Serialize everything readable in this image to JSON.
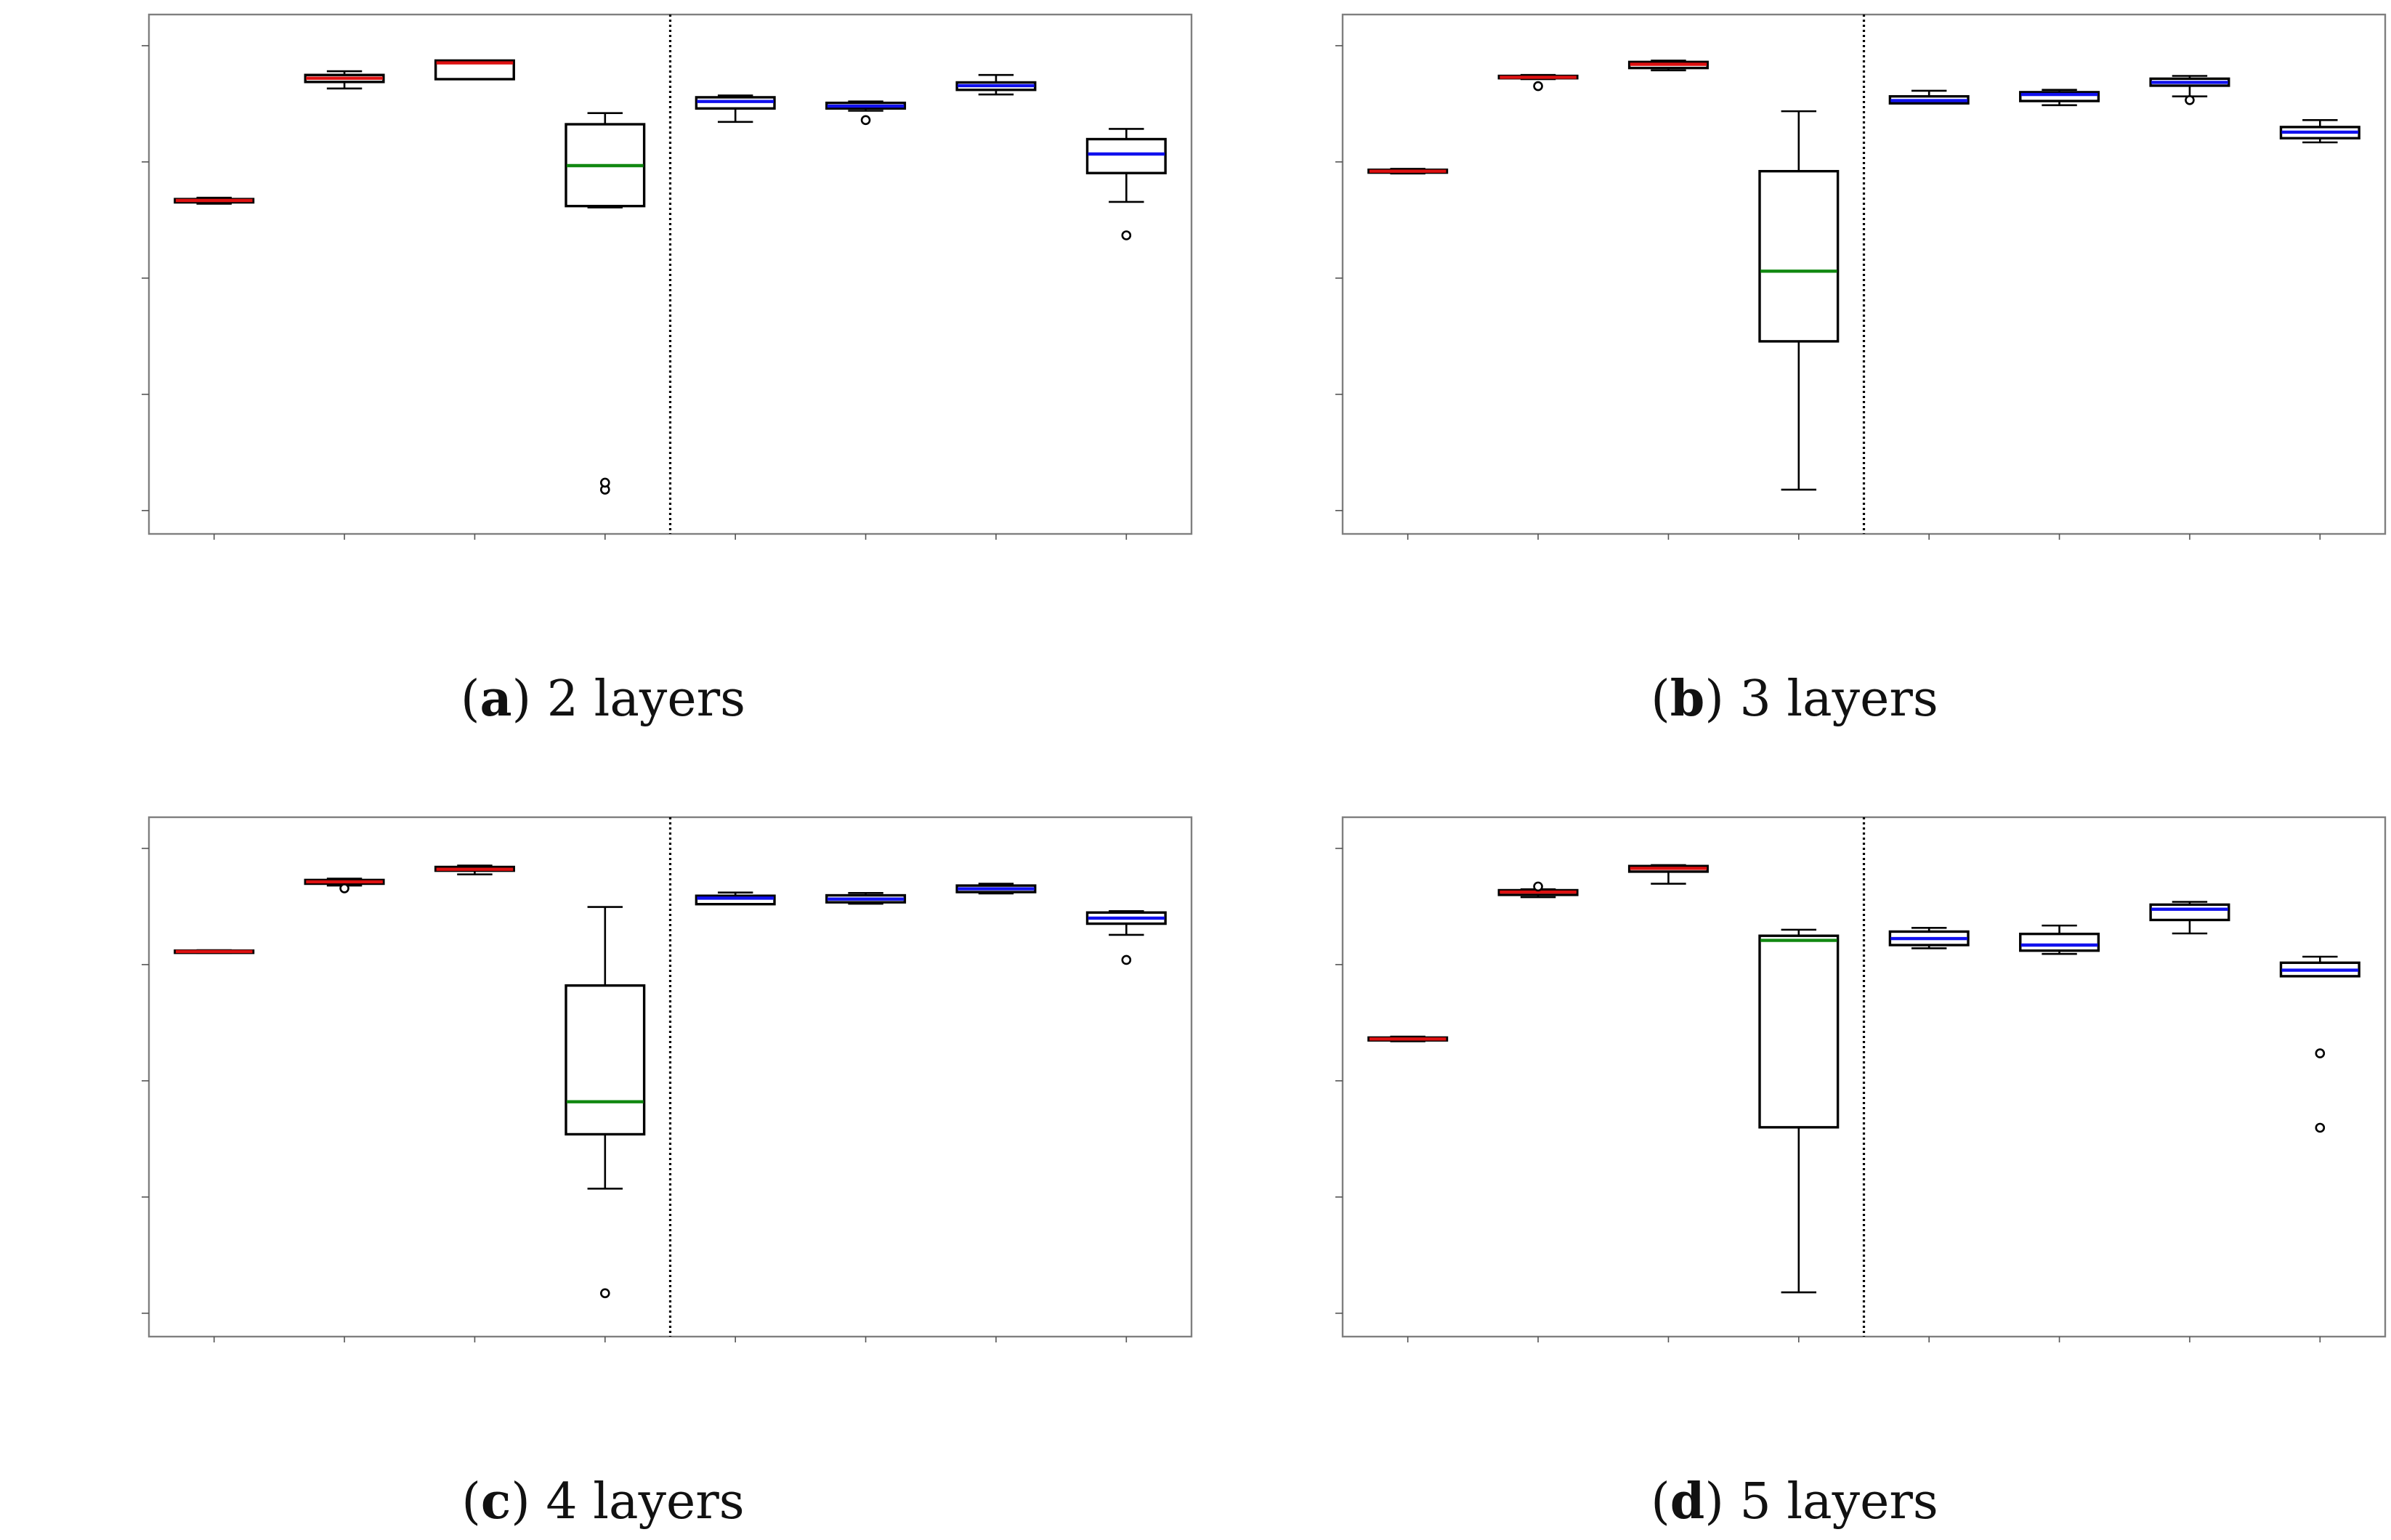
{
  "colors": {
    "red_group": "#dd1111",
    "blue_group": "#1111ee",
    "mixed_median": "#118811",
    "red_fill": "#ffffff",
    "blue_fill": "#ffffff",
    "frame": "#7f7f7f"
  },
  "chart_data": [
    {
      "type": "box",
      "caption_label": "a",
      "caption_text": "2 layers",
      "ylim": [
        0,
        1
      ],
      "separator_after_box": 4,
      "boxes": [
        {
          "color": "red",
          "q1": 0.663,
          "median": 0.667,
          "q3": 0.67,
          "whislo": 0.66,
          "whishi": 0.673,
          "fliers": []
        },
        {
          "color": "red",
          "q1": 0.922,
          "median": 0.93,
          "q3": 0.937,
          "whislo": 0.908,
          "whishi": 0.945,
          "fliers": []
        },
        {
          "color": "red",
          "q1": 0.928,
          "median": 0.963,
          "q3": 0.968,
          "whislo": 0.928,
          "whishi": 0.968,
          "fliers": []
        },
        {
          "color": "mixed",
          "q1": 0.655,
          "median": 0.742,
          "q3": 0.831,
          "whislo": 0.652,
          "whishi": 0.855,
          "fliers": [
            0.045,
            0.06
          ]
        },
        {
          "color": "blue",
          "q1": 0.865,
          "median": 0.88,
          "q3": 0.889,
          "whislo": 0.836,
          "whishi": 0.893,
          "fliers": []
        },
        {
          "color": "blue",
          "q1": 0.865,
          "median": 0.87,
          "q3": 0.877,
          "whislo": 0.86,
          "whishi": 0.88,
          "fliers": [
            0.84
          ]
        },
        {
          "color": "blue",
          "q1": 0.905,
          "median": 0.914,
          "q3": 0.921,
          "whislo": 0.895,
          "whishi": 0.937,
          "fliers": []
        },
        {
          "color": "blue",
          "q1": 0.726,
          "median": 0.767,
          "q3": 0.799,
          "whislo": 0.664,
          "whishi": 0.821,
          "fliers": [
            0.592
          ]
        }
      ]
    },
    {
      "type": "box",
      "caption_label": "b",
      "caption_text": "3 layers",
      "ylim": [
        0,
        1
      ],
      "separator_after_box": 4,
      "boxes": [
        {
          "color": "red",
          "q1": 0.727,
          "median": 0.73,
          "q3": 0.733,
          "whislo": 0.725,
          "whishi": 0.735,
          "fliers": []
        },
        {
          "color": "red",
          "q1": 0.93,
          "median": 0.932,
          "q3": 0.935,
          "whislo": 0.928,
          "whishi": 0.937,
          "fliers": [
            0.913
          ]
        },
        {
          "color": "red",
          "q1": 0.952,
          "median": 0.96,
          "q3": 0.965,
          "whislo": 0.947,
          "whishi": 0.968,
          "fliers": []
        },
        {
          "color": "mixed",
          "q1": 0.364,
          "median": 0.515,
          "q3": 0.73,
          "whislo": 0.045,
          "whishi": 0.859,
          "fliers": []
        },
        {
          "color": "blue",
          "q1": 0.876,
          "median": 0.882,
          "q3": 0.891,
          "whislo": 0.876,
          "whishi": 0.903,
          "fliers": []
        },
        {
          "color": "blue",
          "q1": 0.881,
          "median": 0.895,
          "q3": 0.9,
          "whislo": 0.872,
          "whishi": 0.905,
          "fliers": []
        },
        {
          "color": "blue",
          "q1": 0.914,
          "median": 0.921,
          "q3": 0.929,
          "whislo": 0.891,
          "whishi": 0.935,
          "fliers": [
            0.883
          ]
        },
        {
          "color": "blue",
          "q1": 0.801,
          "median": 0.814,
          "q3": 0.825,
          "whislo": 0.792,
          "whishi": 0.84,
          "fliers": []
        }
      ]
    },
    {
      "type": "box",
      "caption_label": "c",
      "caption_text": "4 layers",
      "ylim": [
        0,
        1
      ],
      "separator_after_box": 4,
      "boxes": [
        {
          "color": "red",
          "q1": 0.776,
          "median": 0.778,
          "q3": 0.78,
          "whislo": 0.775,
          "whishi": 0.781,
          "fliers": []
        },
        {
          "color": "red",
          "q1": 0.924,
          "median": 0.928,
          "q3": 0.932,
          "whislo": 0.92,
          "whishi": 0.935,
          "fliers": [
            0.914
          ]
        },
        {
          "color": "red",
          "q1": 0.952,
          "median": 0.955,
          "q3": 0.96,
          "whislo": 0.944,
          "whishi": 0.963,
          "fliers": []
        },
        {
          "color": "mixed",
          "q1": 0.385,
          "median": 0.455,
          "q3": 0.705,
          "whislo": 0.268,
          "whishi": 0.874,
          "fliers": [
            0.043
          ]
        },
        {
          "color": "blue",
          "q1": 0.88,
          "median": 0.893,
          "q3": 0.898,
          "whislo": 0.88,
          "whishi": 0.905,
          "fliers": []
        },
        {
          "color": "blue",
          "q1": 0.884,
          "median": 0.891,
          "q3": 0.899,
          "whislo": 0.881,
          "whishi": 0.904,
          "fliers": []
        },
        {
          "color": "blue",
          "q1": 0.906,
          "median": 0.913,
          "q3": 0.92,
          "whislo": 0.903,
          "whishi": 0.924,
          "fliers": []
        },
        {
          "color": "blue",
          "q1": 0.838,
          "median": 0.85,
          "q3": 0.862,
          "whislo": 0.814,
          "whishi": 0.865,
          "fliers": [
            0.76
          ]
        }
      ]
    },
    {
      "type": "box",
      "caption_label": "d",
      "caption_text": "5 layers",
      "ylim": [
        0,
        1
      ],
      "separator_after_box": 4,
      "boxes": [
        {
          "color": "red",
          "q1": 0.587,
          "median": 0.59,
          "q3": 0.593,
          "whislo": 0.585,
          "whishi": 0.595,
          "fliers": []
        },
        {
          "color": "red",
          "q1": 0.9,
          "median": 0.906,
          "q3": 0.91,
          "whislo": 0.895,
          "whishi": 0.912,
          "fliers": [
            0.918
          ]
        },
        {
          "color": "red",
          "q1": 0.95,
          "median": 0.957,
          "q3": 0.962,
          "whislo": 0.924,
          "whishi": 0.964,
          "fliers": []
        },
        {
          "color": "mixed",
          "q1": 0.4,
          "median": 0.802,
          "q3": 0.812,
          "whislo": 0.045,
          "whishi": 0.825,
          "fliers": []
        },
        {
          "color": "blue",
          "q1": 0.792,
          "median": 0.806,
          "q3": 0.821,
          "whislo": 0.785,
          "whishi": 0.829,
          "fliers": []
        },
        {
          "color": "blue",
          "q1": 0.78,
          "median": 0.792,
          "q3": 0.816,
          "whislo": 0.773,
          "whishi": 0.834,
          "fliers": []
        },
        {
          "color": "blue",
          "q1": 0.846,
          "median": 0.869,
          "q3": 0.879,
          "whislo": 0.817,
          "whishi": 0.885,
          "fliers": []
        },
        {
          "color": "blue",
          "q1": 0.725,
          "median": 0.738,
          "q3": 0.754,
          "whislo": 0.725,
          "whishi": 0.767,
          "fliers": [
            0.559,
            0.399
          ]
        }
      ]
    }
  ]
}
